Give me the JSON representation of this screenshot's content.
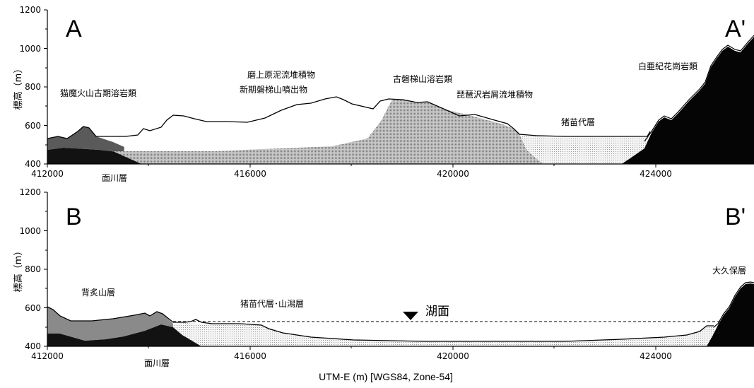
{
  "x_axis_title": "UTM-E (m) [WGS84, Zone-54]",
  "x_ticks": [
    "412000",
    "416000",
    "420000",
    "424000"
  ],
  "y_ticks": [
    "400",
    "600",
    "800",
    "1000",
    "1200"
  ],
  "y_label": "標高（m）",
  "panel_a": {
    "start_label": "A",
    "end_label": "A'",
    "units": {
      "nekoma": "猫魔火山古期溶岩類",
      "surikamihara": "磨上原泥流堆積物",
      "shinki": "新期磐梯山噴出物",
      "kobandai": "古磐梯山溶岩類",
      "biwasawa": "琵琶沢岩屑流堆積物",
      "inawashiro": "猪苗代層",
      "granite": "白亜紀花崗岩類",
      "omokawa": "面川層"
    }
  },
  "panel_b": {
    "start_label": "B",
    "end_label": "B'",
    "lake_surface": "湖面",
    "units": {
      "seaburiyama": "背炙山層",
      "inawashiro_yamagata": "猪苗代層･山潟層",
      "ookubo": "大久保層",
      "omokawa": "面川層"
    }
  },
  "colors": {
    "dark_fill": "#0a0a0a",
    "gray_fill": "#8c8c8c",
    "light_fill": "#dcdcdc",
    "line": "#000000"
  }
}
